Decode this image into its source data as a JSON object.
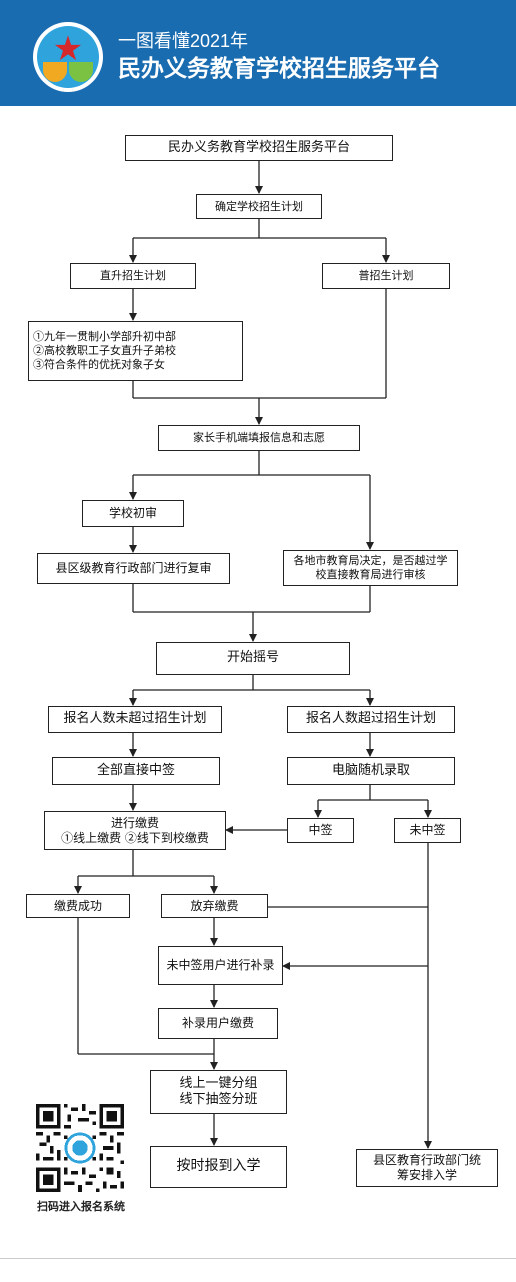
{
  "header": {
    "subtitle": "一图看懂2021年",
    "title": "民办义务教育学校招生服务平台",
    "bg_color": "#1a6cb1",
    "logo_icon": "school-emblem-icon"
  },
  "flow": {
    "platform": "民办义务教育学校招生服务平台",
    "plan": "确定学校招生计划",
    "direct_plan": "直升招生计划",
    "general_plan": "普招生计划",
    "direct_items": [
      "①九年一贯制小学部升初中部",
      "②高校教职工子女直升子弟校",
      "③符合条件的优抚对象子女"
    ],
    "parent_fill": "家长手机端填报信息和志愿",
    "school_review": "学校初审",
    "county_review": "县区级教育行政部门进行复审",
    "city_review": [
      "各地市教育局决定，是否越过学",
      "校直接教育局进行审核"
    ],
    "lottery": "开始摇号",
    "not_exceed": "报名人数未超过招生计划",
    "exceed": "报名人数超过招生计划",
    "all_admit": "全部直接中签",
    "random_admit": "电脑随机录取",
    "payment": [
      "进行缴费",
      "①线上缴费 ②线下到校缴费"
    ],
    "won": "中签",
    "not_won": "未中签",
    "pay_success": "缴费成功",
    "pay_abandon": "放弃缴费",
    "supplement": "未中签用户进行补录",
    "supplement_pay": "补录用户缴费",
    "grouping": [
      "线上一键分组",
      "线下抽签分班"
    ],
    "enroll": "按时报到入学",
    "county_arrange": [
      "县区教育行政部门统",
      "筹安排入学"
    ]
  },
  "qr": {
    "caption": "扫码进入报名系统",
    "icon": "qr-code-icon"
  }
}
